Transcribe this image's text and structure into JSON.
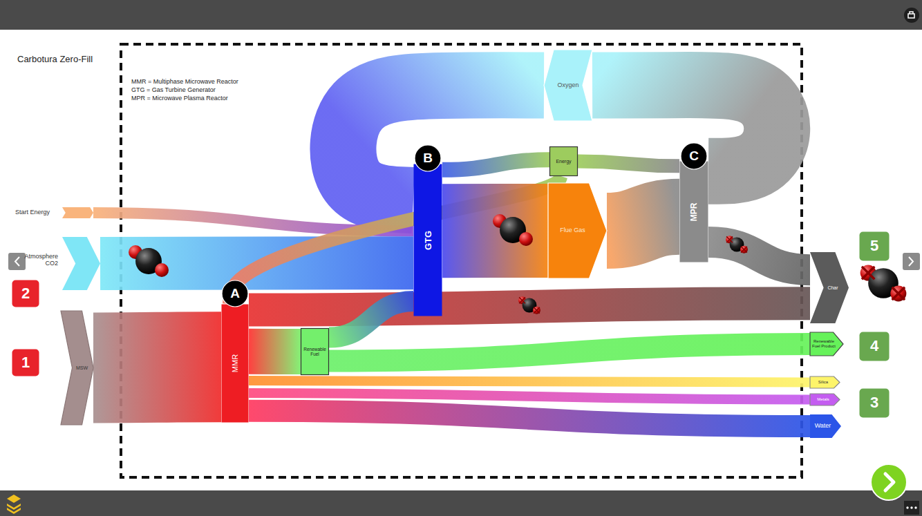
{
  "diagram": {
    "title": "Carbotura Zero-Fill",
    "nodes": [
      {
        "text": [
          "Start Energy"
        ]
      },
      {
        "text": [
          "Atmosphere CO2"
        ]
      },
      {
        "text": [
          "MSW"
        ]
      },
      {
        "text": [
          "2"
        ]
      },
      {
        "text": [
          "1"
        ]
      },
      {
        "text": [
          "A"
        ]
      },
      {
        "text": [
          "MMR"
        ]
      },
      {
        "text": [
          "Renewable Fuel"
        ]
      },
      {
        "text": [
          "B"
        ]
      },
      {
        "text": [
          "GTG"
        ]
      },
      {
        "text": [
          "Oxygen"
        ]
      },
      {
        "text": [
          "Energy"
        ]
      },
      {
        "text": [
          "Flue Gas"
        ]
      },
      {
        "text": [
          "C"
        ]
      },
      {
        "text": [
          "MPR"
        ]
      },
      {
        "text": [
          "Char"
        ]
      },
      {
        "text": [
          "Renewable Fuel Product"
        ]
      },
      {
        "text": [
          "Silica"
        ]
      },
      {
        "text": [
          "Metals"
        ]
      },
      {
        "text": [
          "Water"
        ]
      },
      {
        "text": [
          "5"
        ]
      },
      {
        "text": [
          "4"
        ]
      },
      {
        "text": [
          "3"
        ]
      }
    ],
    "edges": [
      {
        "from": 0,
        "to": 9,
        "arrow": "none"
      },
      {
        "from": 1,
        "to": 9,
        "arrow": "none"
      },
      {
        "from": 2,
        "to": 6,
        "arrow": "none"
      },
      {
        "from": 6,
        "to": 15,
        "arrow": "none"
      },
      {
        "from": 6,
        "to": 7,
        "arrow": "none"
      },
      {
        "from": 7,
        "to": 9,
        "arrow": "none"
      },
      {
        "from": 7,
        "to": 16,
        "arrow": "none"
      },
      {
        "from": 6,
        "to": 17,
        "arrow": "none"
      },
      {
        "from": 6,
        "to": 18,
        "arrow": "none"
      },
      {
        "from": 6,
        "to": 19,
        "arrow": "none"
      },
      {
        "from": 14,
        "to": 10,
        "arrow": "none"
      },
      {
        "from": 10,
        "to": 9,
        "arrow": "none"
      },
      {
        "from": 9,
        "to": 11,
        "arrow": "none"
      },
      {
        "from": 11,
        "to": 6,
        "arrow": "none"
      },
      {
        "from": 11,
        "to": 14,
        "arrow": "none"
      },
      {
        "from": 9,
        "to": 12,
        "arrow": "none"
      },
      {
        "from": 12,
        "to": 14,
        "arrow": "none"
      },
      {
        "from": 14,
        "to": 15,
        "arrow": "none"
      }
    ],
    "labels": [
      "MMR = Multiphase Microwave Reactor",
      "GTG = Gas Turbine Generator",
      "MPR = Microwave Plasma Reactor"
    ]
  }
}
